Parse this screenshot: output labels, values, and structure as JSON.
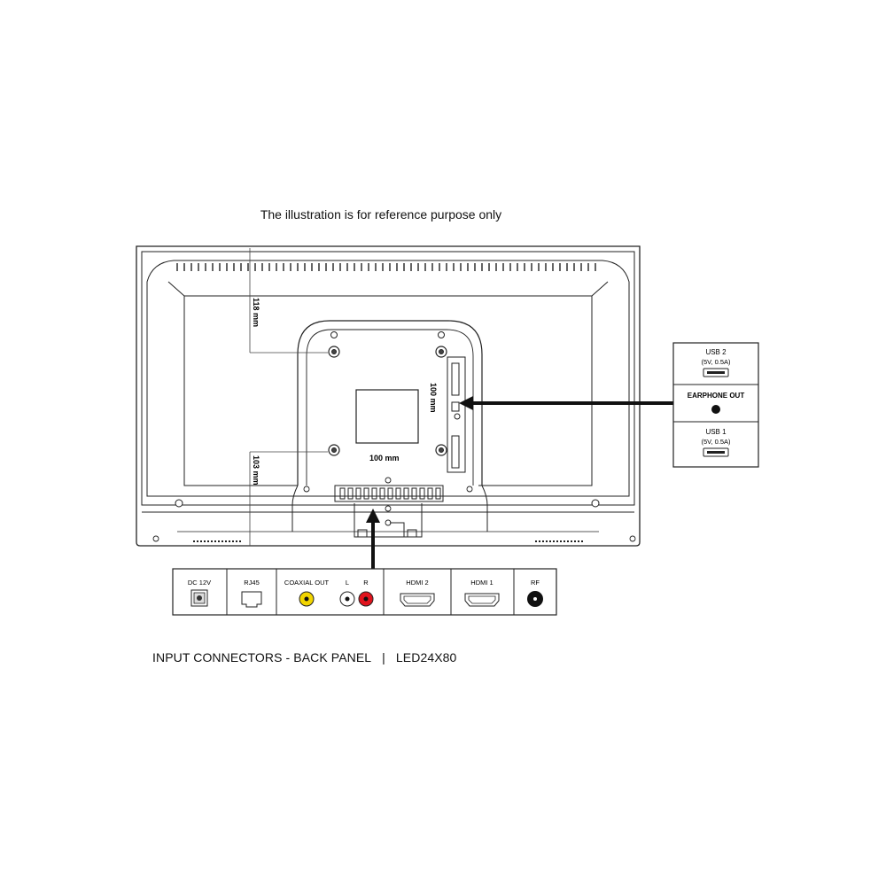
{
  "note": "The illustration is for reference purpose only",
  "dimensions": {
    "top_offset": "118 mm",
    "bottom_offset": "103 mm",
    "vesa_vertical": "100 mm",
    "vesa_horizontal": "100 mm"
  },
  "side_panel": [
    {
      "label": "USB 2",
      "sub": "(5V, 0.5A)",
      "icon": "usb-port-icon"
    },
    {
      "label": "EARPHONE OUT",
      "sub": "",
      "icon": "headphone-jack-icon"
    },
    {
      "label": "USB 1",
      "sub": "(5V, 0.5A)",
      "icon": "usb-port-icon"
    }
  ],
  "bottom_panel": [
    {
      "label": "DC 12V",
      "icon": "dc-jack-icon"
    },
    {
      "label": "RJ45",
      "icon": "ethernet-port-icon"
    },
    {
      "label": "COAXIAL OUT",
      "icon": "rca-yellow-icon"
    },
    {
      "label": "L",
      "icon": "rca-white-icon"
    },
    {
      "label": "R",
      "icon": "rca-red-icon"
    },
    {
      "label": "HDMI 2",
      "icon": "hdmi-port-icon"
    },
    {
      "label": "HDMI 1",
      "icon": "hdmi-port-icon"
    },
    {
      "label": "RF",
      "icon": "coax-rf-icon"
    }
  ],
  "caption": {
    "title": "INPUT CONNECTORS - BACK PANEL",
    "separator": "|",
    "model": "LED24X80"
  },
  "colors": {
    "line": "#222222",
    "rca_yellow": "#f2d500",
    "rca_red": "#e0141e",
    "rca_white": "#ffffff"
  }
}
